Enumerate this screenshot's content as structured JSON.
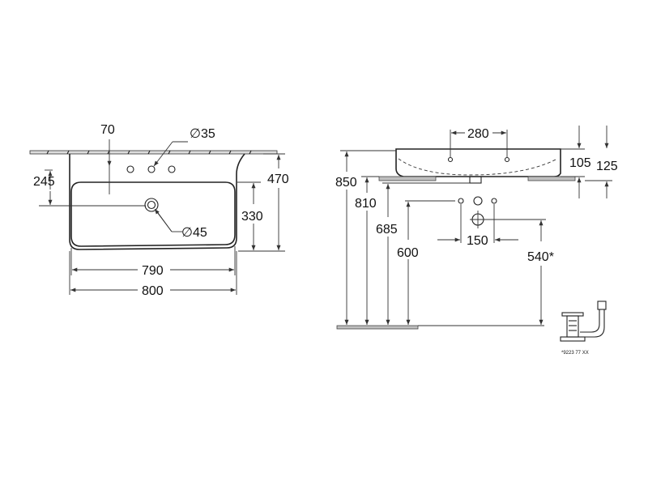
{
  "top_view": {
    "dim_70": "70",
    "dim_d35": "∅35",
    "dim_245": "245",
    "dim_470": "470",
    "dim_330": "330",
    "dim_d45": "∅45",
    "dim_790": "790",
    "dim_800": "800"
  },
  "side_view": {
    "dim_280": "280",
    "dim_105": "105",
    "dim_125": "125",
    "dim_850": "850",
    "dim_810": "810",
    "dim_685": "685",
    "dim_600": "600",
    "dim_150": "150",
    "dim_540": "540*",
    "trap_note": "*9223 77 XX"
  }
}
